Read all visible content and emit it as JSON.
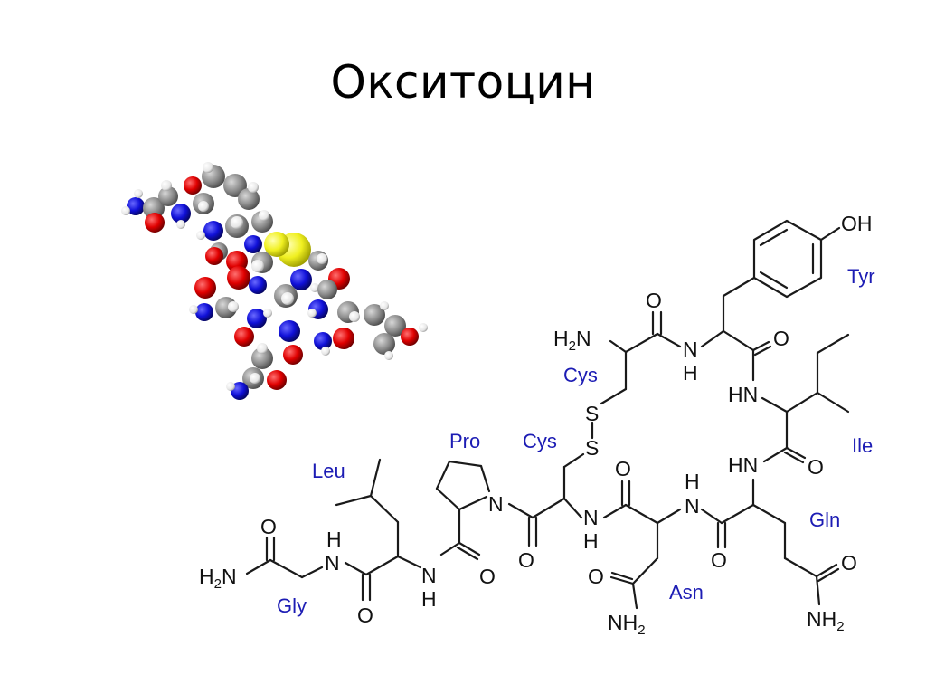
{
  "slide": {
    "title": "Окситоцин"
  },
  "model_3d": {
    "description": "space-filling molecular model",
    "colors": {
      "carbon": "#808080",
      "hydrogen": "#f2f2f2",
      "nitrogen": "#1010d8",
      "oxygen": "#e00000",
      "sulfur": "#f0f020"
    }
  },
  "structure": {
    "residues": {
      "tyr": "Tyr",
      "cys1": "Cys",
      "ile": "Ile",
      "cys2": "Cys",
      "pro": "Pro",
      "leu": "Leu",
      "gln": "Gln",
      "asn": "Asn",
      "gly": "Gly"
    },
    "atoms": {
      "oh": "OH",
      "o": "O",
      "h2n": "H",
      "h2n_sub": "2",
      "h2n_n": "N",
      "n": "N",
      "h": "H",
      "hn": "HN",
      "s": "S",
      "nh2": "NH",
      "nh2_sub": "2"
    },
    "label_color": "#1c1cb4"
  }
}
